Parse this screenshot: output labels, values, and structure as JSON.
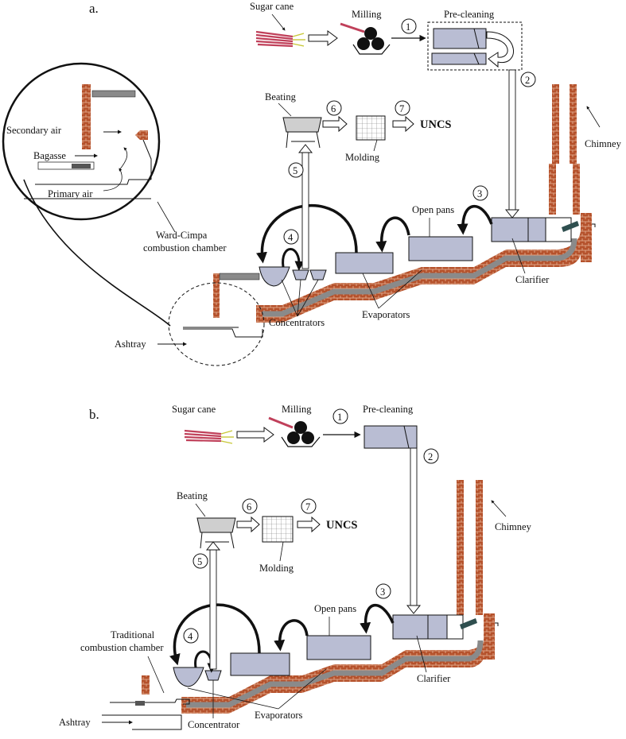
{
  "panel_a": {
    "label": "a.",
    "sugar_cane": "Sugar cane",
    "milling": "Milling",
    "pre_cleaning": "Pre-cleaning",
    "beating": "Beating",
    "molding": "Molding",
    "uncs": "UNCS",
    "chimney": "Chimney",
    "open_pans": "Open pans",
    "clarifier": "Clarifier",
    "evaporators": "Evaporators",
    "concentrators": "Concentrators",
    "ashtray": "Ashtray",
    "chamber_line1": "Ward-Cimpa",
    "chamber_line2": "combustion chamber",
    "secondary_air": "Secondary air",
    "bagasse": "Bagasse",
    "primary_air": "Primary air",
    "steps": [
      "1",
      "2",
      "3",
      "4",
      "5",
      "6",
      "7"
    ]
  },
  "panel_b": {
    "label": "b.",
    "sugar_cane": "Sugar cane",
    "milling": "Milling",
    "pre_cleaning": "Pre-cleaning",
    "beating": "Beating",
    "molding": "Molding",
    "uncs": "UNCS",
    "chimney": "Chimney",
    "open_pans": "Open pans",
    "clarifier": "Clarifier",
    "evaporators": "Evaporators",
    "concentrator": "Concentrator",
    "ashtray": "Ashtray",
    "chamber_line1": "Traditional",
    "chamber_line2": "combustion chamber",
    "steps": [
      "1",
      "2",
      "3",
      "4",
      "5",
      "6",
      "7"
    ]
  },
  "colors": {
    "pan_fill": "#b9bdd3",
    "brick": "#b5522c",
    "mortar": "#e8b79a",
    "duct": "#8a8a8a",
    "cane": "#c0405a"
  }
}
